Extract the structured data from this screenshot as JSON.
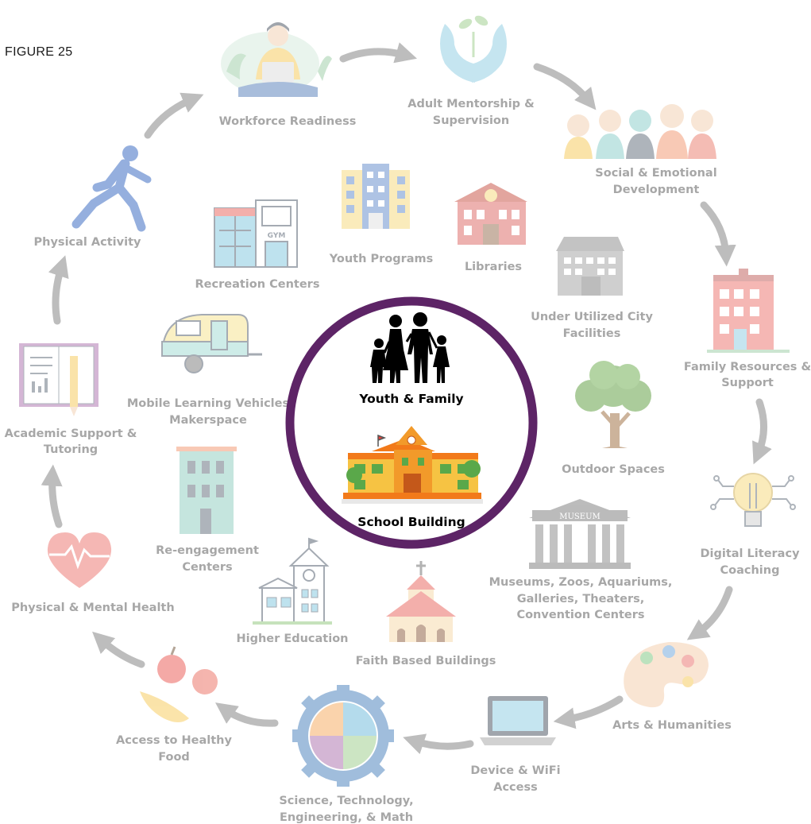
{
  "figure_label": "FIGURE 25",
  "center": {
    "youth_family": "Youth & Family",
    "school_building": "School Building"
  },
  "outer": {
    "workforce": "Workforce Readiness",
    "mentorship": [
      "Adult Mentorship &",
      "Supervision"
    ],
    "social": [
      "Social & Emotional",
      "Development"
    ],
    "family_resources": [
      "Family Resources &",
      "Support"
    ],
    "digital_literacy": [
      "Digital Literacy",
      "Coaching"
    ],
    "arts": "Arts & Humanities",
    "device": [
      "Device & WiFi",
      "Access"
    ],
    "stem": [
      "Science, Technology,",
      "Engineering, & Math"
    ],
    "healthy_food": [
      "Access to Healthy",
      "Food"
    ],
    "health": "Physical & Mental Health",
    "academic": [
      "Academic Support &",
      "Tutoring"
    ],
    "physical_activity": "Physical Activity"
  },
  "inner": {
    "youth_programs": "Youth Programs",
    "libraries": "Libraries",
    "recreation": "Recreation Centers",
    "under_utilized": [
      "Under Utilized City",
      "Facilities"
    ],
    "mobile": [
      "Mobile Learning Vehicles",
      "Makerspace"
    ],
    "outdoor": "Outdoor Spaces",
    "reengagement": [
      "Re-engagement",
      "Centers"
    ],
    "museums": [
      "Museums, Zoos, Aquariums,",
      "Galleries, Theaters,",
      "Convention Centers"
    ],
    "higher_ed": "Higher Education",
    "faith": "Faith Based Buildings"
  },
  "icon_text": {
    "gym": "GYM",
    "museum": "MUSEUM"
  },
  "icons": [
    "laptop-person-icon",
    "hands-plant-icon",
    "people-group-icon",
    "apartment-icon",
    "lightbulb-circuit-icon",
    "palette-icon",
    "laptop-icon",
    "stem-gear-icon",
    "food-icon",
    "heart-pulse-icon",
    "book-pencil-icon",
    "running-person-icon",
    "office-building-icon",
    "library-icon",
    "gym-building-icon",
    "city-building-icon",
    "camper-trailer-icon",
    "tree-icon",
    "tall-building-icon",
    "museum-icon",
    "college-building-icon",
    "church-icon",
    "family-silhouette-icon",
    "school-building-icon"
  ],
  "colors": {
    "ring": "#5d2466",
    "label_gray": "#a7a7a7",
    "arrow_gray": "#b8b8b8",
    "school_orange": "#f27a1a"
  }
}
